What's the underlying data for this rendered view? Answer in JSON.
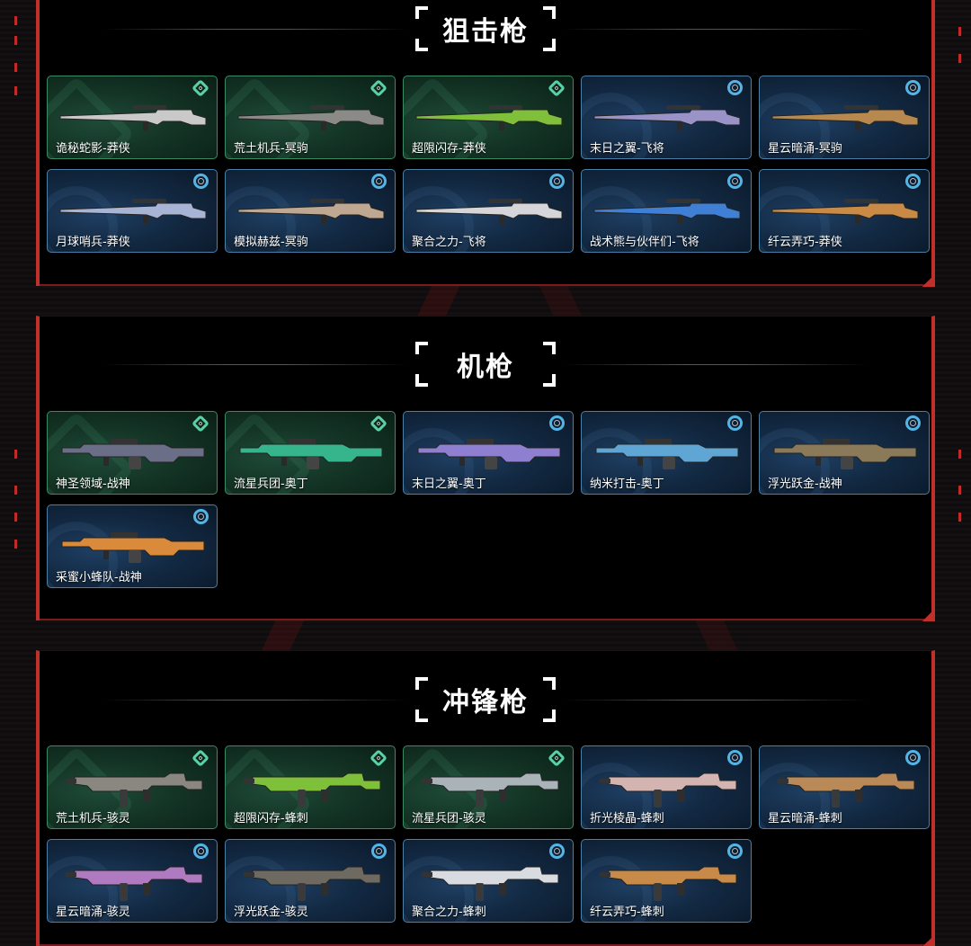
{
  "sections": [
    {
      "title": "狙击枪",
      "items": [
        {
          "name": "诡秘蛇影-莽侠",
          "tier": "green",
          "color": "#c9c9c9",
          "gun": "sniper"
        },
        {
          "name": "荒土机兵-冥驹",
          "tier": "green",
          "color": "#8a8a86",
          "gun": "sniper"
        },
        {
          "name": "超限闪存-莽侠",
          "tier": "green",
          "color": "#7fbf3a",
          "gun": "sniper"
        },
        {
          "name": "末日之翼-飞将",
          "tier": "blue",
          "color": "#9a93c8",
          "gun": "sniper"
        },
        {
          "name": "星云暗涌-冥驹",
          "tier": "blue",
          "color": "#b8894f",
          "gun": "sniper"
        },
        {
          "name": "月球哨兵-莽侠",
          "tier": "blue",
          "color": "#a7b4d6",
          "gun": "sniper"
        },
        {
          "name": "模拟赫兹-冥驹",
          "tier": "blue",
          "color": "#bfa892",
          "gun": "sniper"
        },
        {
          "name": "聚合之力-飞将",
          "tier": "blue",
          "color": "#d6d6da",
          "gun": "sniper"
        },
        {
          "name": "战术熊与伙伴们-飞将",
          "tier": "blue",
          "color": "#3f7fd6",
          "gun": "sniper"
        },
        {
          "name": "纤云弄巧-莽侠",
          "tier": "blue",
          "color": "#c98a46",
          "gun": "sniper"
        }
      ]
    },
    {
      "title": "机枪",
      "items": [
        {
          "name": "神圣领域-战神",
          "tier": "green",
          "color": "#6a6e86",
          "gun": "mg"
        },
        {
          "name": "流星兵团-奥丁",
          "tier": "green",
          "color": "#36b58c",
          "gun": "mg"
        },
        {
          "name": "末日之翼-奥丁",
          "tier": "blue",
          "color": "#8f7fd0",
          "gun": "mg"
        },
        {
          "name": "纳米打击-奥丁",
          "tier": "blue",
          "color": "#5fa6d4",
          "gun": "mg"
        },
        {
          "name": "浮光跃金-战神",
          "tier": "blue",
          "color": "#8a7a5a",
          "gun": "mg"
        },
        {
          "name": "采蜜小蜂队-战神",
          "tier": "blue",
          "color": "#d98a3a",
          "gun": "mg"
        }
      ]
    },
    {
      "title": "冲锋枪",
      "items": [
        {
          "name": "荒土机兵-骇灵",
          "tier": "green",
          "color": "#8a8680",
          "gun": "smg"
        },
        {
          "name": "超限闪存-蜂刺",
          "tier": "green",
          "color": "#7fc03a",
          "gun": "smg"
        },
        {
          "name": "流星兵团-骇灵",
          "tier": "green",
          "color": "#a9b3b8",
          "gun": "smg"
        },
        {
          "name": "折光棱晶-蜂刺",
          "tier": "blue",
          "color": "#d4b4b0",
          "gun": "smg"
        },
        {
          "name": "星云暗涌-蜂刺",
          "tier": "blue",
          "color": "#b98a58",
          "gun": "smg"
        },
        {
          "name": "星云暗涌-骇灵",
          "tier": "blue",
          "color": "#b07ac0",
          "gun": "smg"
        },
        {
          "name": "浮光跃金-骇灵",
          "tier": "blue",
          "color": "#6e6a62",
          "gun": "smg"
        },
        {
          "name": "聚合之力-蜂刺",
          "tier": "blue",
          "color": "#d8dbe0",
          "gun": "smg"
        },
        {
          "name": "纤云弄巧-蜂刺",
          "tier": "blue",
          "color": "#c88a48",
          "gun": "smg"
        }
      ]
    }
  ]
}
